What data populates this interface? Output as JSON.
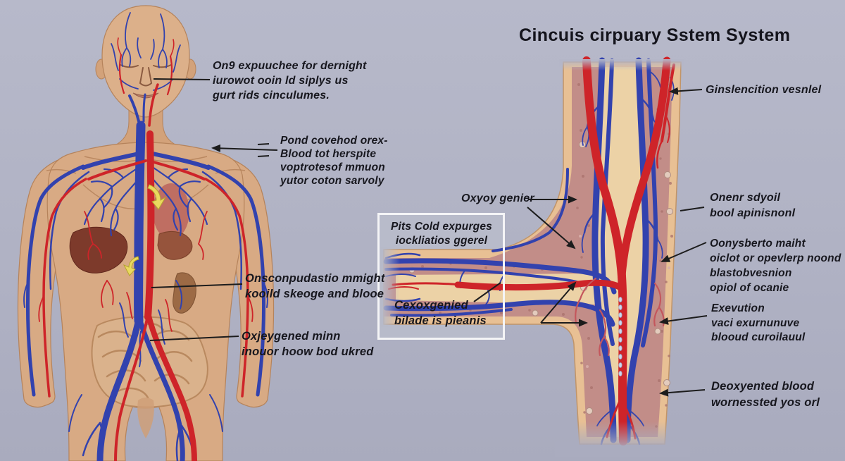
{
  "title": "Cincuis cirpuary Sstem System",
  "colors": {
    "background": "#b0b2c4",
    "artery_red": "#ce2429",
    "vein_blue": "#3242ae",
    "skin": "#d8aa84",
    "vessel_wall_tan": "#e8c094",
    "vessel_tissue_mauve": "#c28d88",
    "lumen_cream": "#ecd2a6",
    "label_text": "#17171e",
    "inset_border": "#f4f4f6",
    "highlight_arrow_yellow": "#ead95f"
  },
  "body_labels": [
    {
      "id": "body-label-1",
      "text": "On9 expuuchee for dernight\niurowot ooin ld siplys us\ngurt rids cinculumes."
    },
    {
      "id": "body-label-2",
      "text": "Pond covehod orex-\nBlood tot herspite\nvoptrotesof mmuon\nyutor coton sarvoly"
    },
    {
      "id": "body-label-3",
      "text": "Onsconpudastio mmight\nkooild skeoge and blooe"
    },
    {
      "id": "body-label-4",
      "text": "Oxjeygened minn\ninouor hoow bod ukred"
    }
  ],
  "inset_labels": [
    {
      "id": "inset-label-top",
      "text": "Pits Cold expurges\niockliatios ggerel"
    },
    {
      "id": "inset-label-bottom",
      "text": "Cexoxgenied\nbilade is pieanis"
    }
  ],
  "mid_label": {
    "text": "Oxyoy genier"
  },
  "vessel_labels": [
    {
      "id": "vessel-label-1",
      "text": "Ginslencition vesnlel"
    },
    {
      "id": "vessel-label-2",
      "text": "Onenr sdyoil\nbool apinisnonl"
    },
    {
      "id": "vessel-label-3",
      "text": "Oonysberto maiht\noiclot or opevlerp noond\nblastobvesnion\nopiol of ocanie"
    },
    {
      "id": "vessel-label-4",
      "text": "Exevution\nvaci exurnunuve\nblooud curoilauul"
    },
    {
      "id": "vessel-label-5",
      "text": "Deoxyented blood\nwornessted yos orl"
    }
  ]
}
